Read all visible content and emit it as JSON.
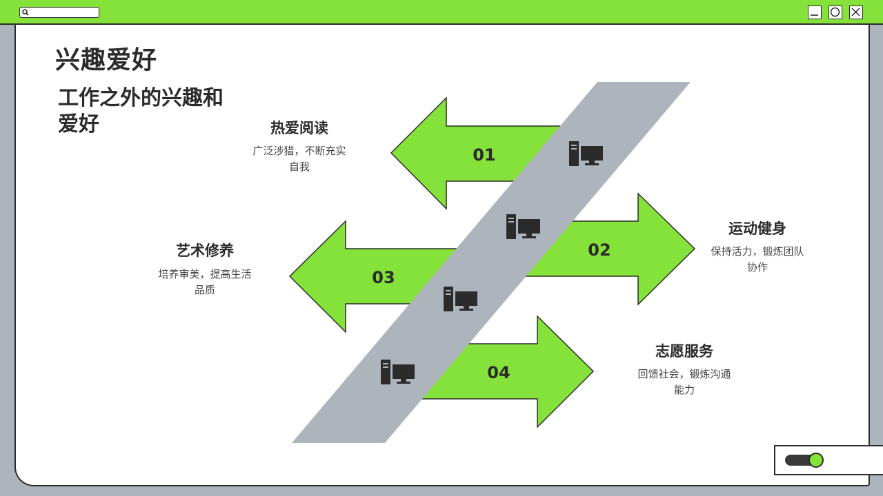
{
  "window": {
    "controls": [
      "minimize-icon",
      "maximize-icon",
      "close-icon"
    ],
    "search_icon": "search-icon"
  },
  "page": {
    "title": "兴趣爱好",
    "subtitle": "工作之外的兴趣和爱好"
  },
  "items": [
    {
      "number": "01",
      "title": "热爱阅读",
      "desc": "广泛涉猎，不断充实自我",
      "icon": "computer-icon"
    },
    {
      "number": "02",
      "title": "运动健身",
      "desc": "保持活力，锻炼团队协作",
      "icon": "computer-icon"
    },
    {
      "number": "03",
      "title": "艺术修养",
      "desc": "培养审美，提高生活品质",
      "icon": "computer-icon"
    },
    {
      "number": "04",
      "title": "志愿服务",
      "desc": "回馈社会，锻炼沟通能力",
      "icon": "computer-icon"
    }
  ],
  "toggle": {
    "state": "on"
  },
  "colors": {
    "accent": "#84e23a",
    "band": "#aeb4bc",
    "text": "#2b2b2b"
  }
}
